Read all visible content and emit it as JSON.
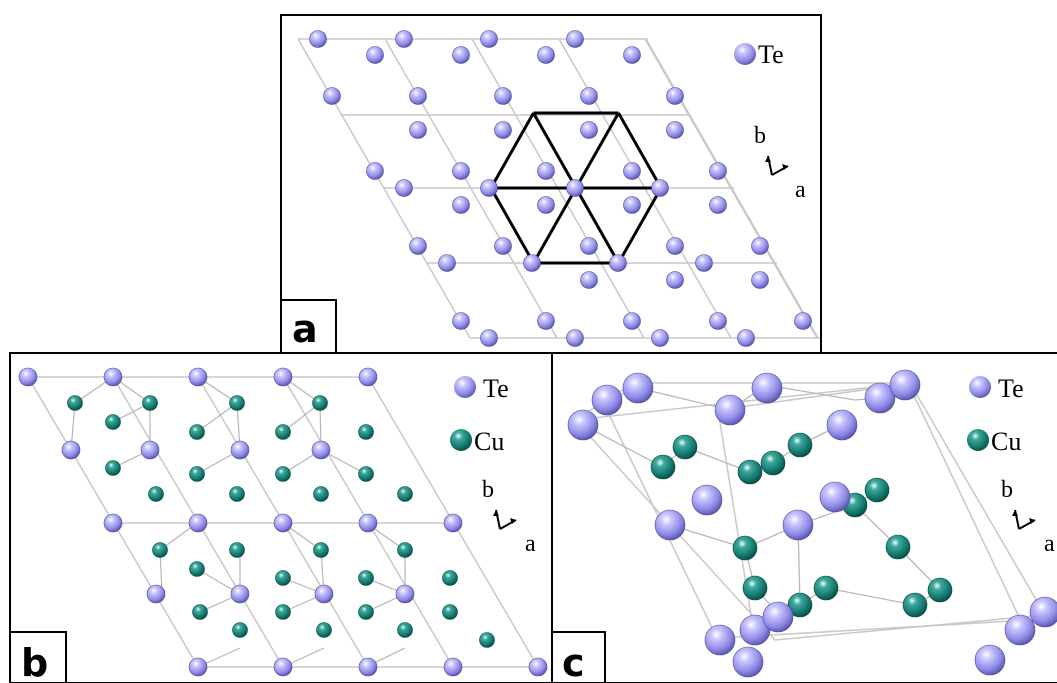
{
  "panels": {
    "a": {
      "tag": "a",
      "legend": [
        {
          "element": "Te",
          "color": "#9e9aee"
        }
      ],
      "axis": {
        "b": "b",
        "a": "a"
      }
    },
    "b": {
      "tag": "b",
      "legend": [
        {
          "element": "Te",
          "color": "#9e9aee"
        },
        {
          "element": "Cu",
          "color": "#17857a"
        }
      ],
      "axis": {
        "b": "b",
        "a": "a"
      }
    },
    "c": {
      "tag": "c",
      "legend": [
        {
          "element": "Te",
          "color": "#9e9aee"
        },
        {
          "element": "Cu",
          "color": "#17857a"
        }
      ],
      "axis": {
        "b": "b",
        "a": "a"
      }
    }
  },
  "colors": {
    "te": "#9e9aee",
    "cu": "#17857a",
    "cell_line": "#c8c8c8",
    "hexagon_line": "#000000"
  }
}
